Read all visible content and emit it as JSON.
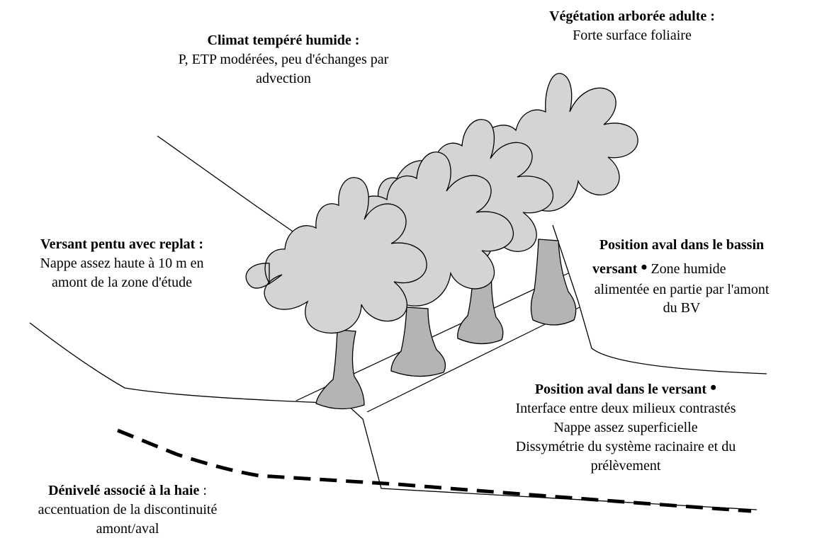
{
  "labels": {
    "vegetation": {
      "title": "Végétation arborée adulte :",
      "text": "Forte surface foliaire"
    },
    "climate": {
      "title": "Climat tempéré humide :",
      "line1": "P, ETP modérées, peu d'échanges par",
      "line2": "advection"
    },
    "slope": {
      "title": "Versant pentu avec replat :",
      "line1": "Nappe assez haute à 10 m en",
      "line2": "amont de la zone d'étude"
    },
    "basin": {
      "title_line1": "Position aval dans le bassin",
      "title_line2": "versant",
      "bullet": "•",
      "line1": "Zone humide",
      "line2": "alimentée en partie par l'amont",
      "line3": "du BV"
    },
    "versant": {
      "title": "Position aval dans le versant",
      "bullet": "•",
      "line1": "Interface entre deux milieux contrastés",
      "line2": "Nappe assez superficielle",
      "line3": "Dissymétrie du système racinaire et du",
      "line4": "prélèvement"
    },
    "denivele": {
      "title": "Dénivelé associé à la haie",
      "colon": " :",
      "line1": "accentuation de la discontinuité",
      "line2": "amont/aval"
    }
  },
  "colors": {
    "crown": "#d4d4d4",
    "trunk": "#b4b4b4",
    "outline": "#000000"
  }
}
